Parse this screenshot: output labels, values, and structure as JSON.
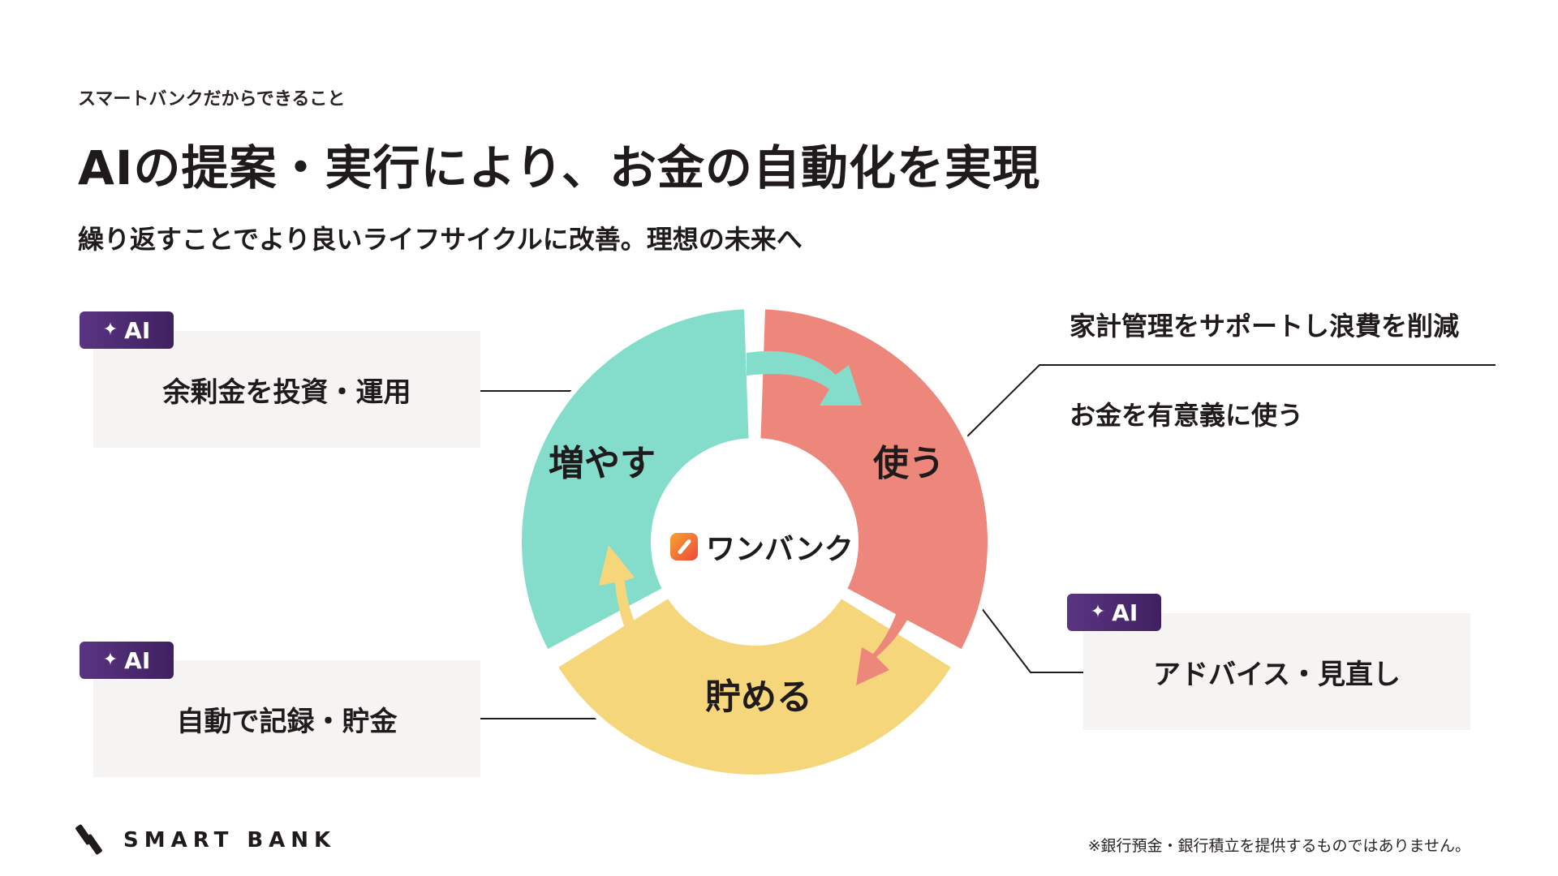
{
  "header": {
    "eyebrow": "スマートバンクだからできること",
    "title": "AIの提案・実行により、お金の自動化を実現",
    "subtitle": "繰り返すことでより良いライフサイクルに改善。理想の未来へ"
  },
  "cycle": {
    "center_logo": "ワンバンク",
    "segments": [
      {
        "label": "増やす",
        "color": "#83ddca"
      },
      {
        "label": "使う",
        "color": "#ee877b"
      },
      {
        "label": "貯める",
        "color": "#f6d67b"
      }
    ]
  },
  "ai_badge_label": "AI",
  "cards": {
    "invest": "余剰金を投資・運用",
    "record": "自動で記録・貯金",
    "advice": "アドバイス・見直し"
  },
  "use_notes": {
    "line1": "家計管理をサポートし浪費を削減",
    "line2": "お金を有意義に使う"
  },
  "brand": "SMART BANK",
  "footnote": "※銀行預金・銀行積立を提供するものではありません。",
  "colors": {
    "ai_badge": "#4a2a6e",
    "card_bg": "#f5f4f2",
    "arrow_use": "#83ddca",
    "arrow_save": "#ee877b",
    "arrow_grow": "#f6d67b"
  }
}
